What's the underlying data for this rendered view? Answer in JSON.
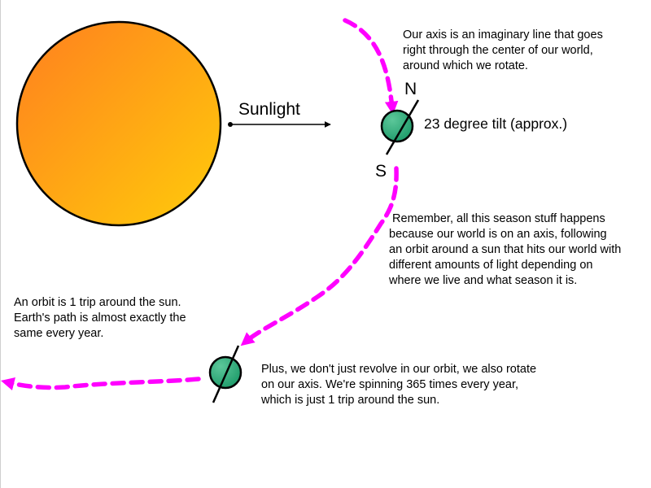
{
  "labels": {
    "sunlight": "Sunlight",
    "north": "N",
    "south": "S",
    "tilt": "23 degree tilt (approx.)"
  },
  "notes": {
    "axis": [
      "Our axis is an imaginary line that goes",
      "right through the center of our world,",
      "around which we rotate."
    ],
    "remember": [
      " Remember, all this season stuff happens",
      "because our world is on an axis, following",
      "an orbit around a sun that hits our world with",
      "different amounts of light depending on",
      "where we live and what season it is."
    ],
    "orbit": [
      "An orbit is 1 trip around the sun.",
      "Earth's path is almost exactly the",
      "same every year."
    ],
    "rotate": [
      "Plus, we don't just revolve in our orbit, we also rotate",
      "on our axis. We're spinning 365 times every year,",
      "which is just 1 trip around the sun."
    ]
  },
  "colors": {
    "sun_gradient_start": "#FF7F1F",
    "sun_gradient_end": "#FFCC0A",
    "earth_fill": "#1E9B6A",
    "earth_highlight": "#5CC79A",
    "orbit_path": "#FF00FF",
    "outline": "#000000"
  },
  "icons": {
    "sun": "sun-circle",
    "earth": "earth-globe",
    "sunlight_arrow": "arrow-right"
  }
}
